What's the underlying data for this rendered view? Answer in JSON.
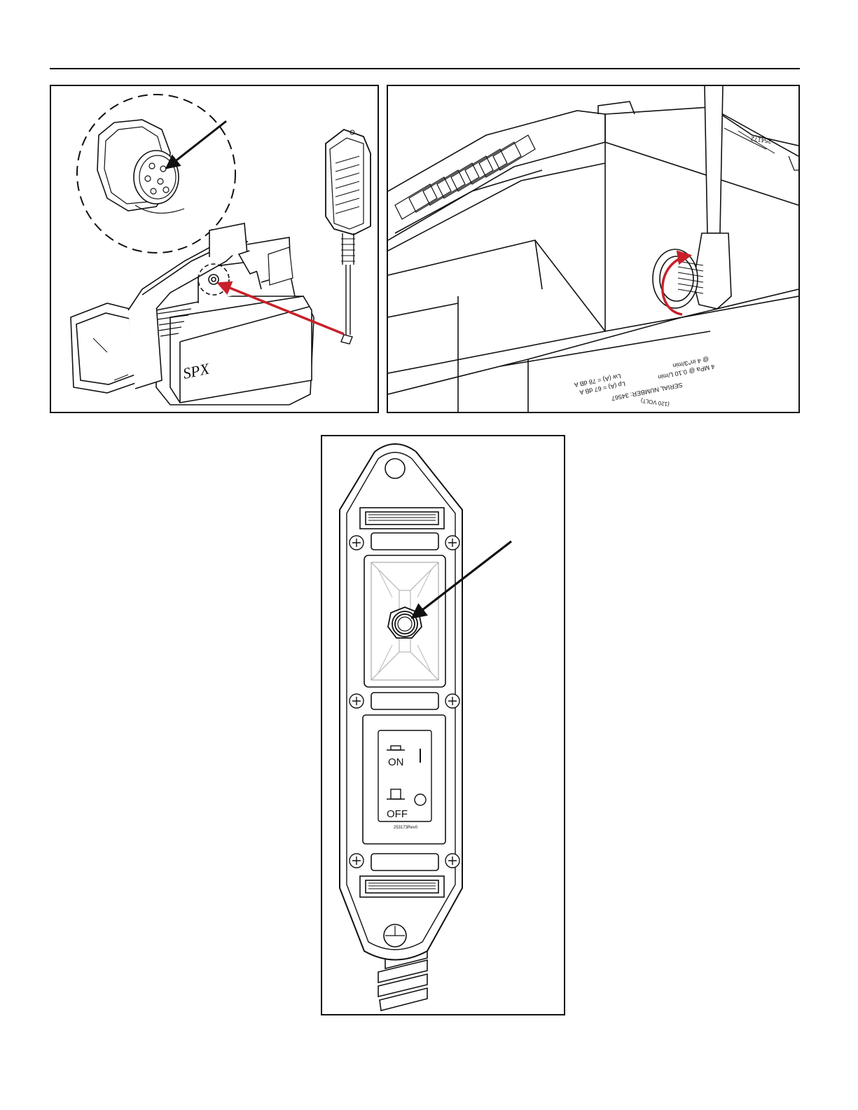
{
  "figure1": {
    "brand_text": "SPX"
  },
  "figure2": {
    "serial_text": "SERIAL NUMBER: 34567",
    "label_line_1": "4 MPa @ 0.10 L/min",
    "label_line_2": "@ 4 in^3/min",
    "noise_line_1": "Lp (A) = 67 dB A",
    "noise_line_2": "Lw (A) = 78 dB A",
    "volt_text": "(120 VOLT)",
    "part_text": "254172"
  },
  "figure3": {
    "on_label": "ON",
    "off_label": "OFF",
    "part_number": "253173Rev0"
  },
  "colors": {
    "arrow_red": "#c8202a",
    "line": "#111111"
  }
}
